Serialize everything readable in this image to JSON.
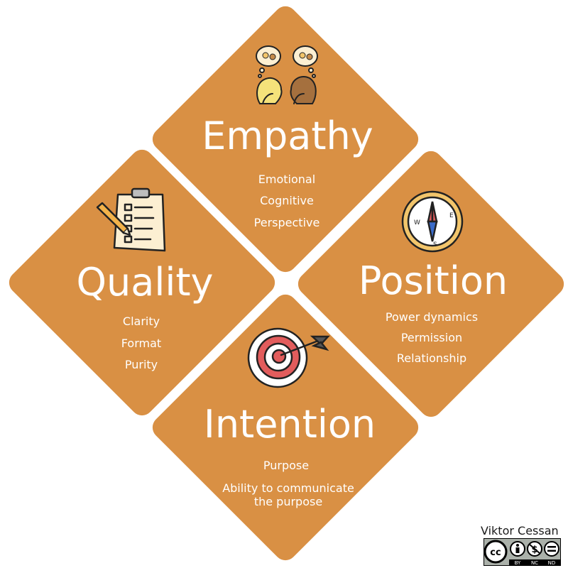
{
  "colors": {
    "diamond": "#D99044",
    "text": "#FFFFFF",
    "icon_fill": "#FCEFD2",
    "target_red": "#E25C5C"
  },
  "quadrants": {
    "empathy": {
      "title": "Empathy",
      "icon": "people-thinking-icon",
      "items": [
        "Emotional",
        "Cognitive",
        "Perspective"
      ]
    },
    "quality": {
      "title": "Quality",
      "icon": "clipboard-checklist-icon",
      "items": [
        "Clarity",
        "Format",
        "Purity"
      ]
    },
    "position": {
      "title": "Position",
      "icon": "compass-icon",
      "items": [
        "Power dynamics",
        "Permission",
        "Relationship"
      ]
    },
    "intention": {
      "title": "Intention",
      "icon": "target-arrow-icon",
      "items": [
        "Purpose",
        "Ability to communicate",
        "the purpose"
      ]
    }
  },
  "author": "Viktor Cessan",
  "license": {
    "symbol": "cc",
    "labels": [
      "BY",
      "NC",
      "ND"
    ]
  }
}
